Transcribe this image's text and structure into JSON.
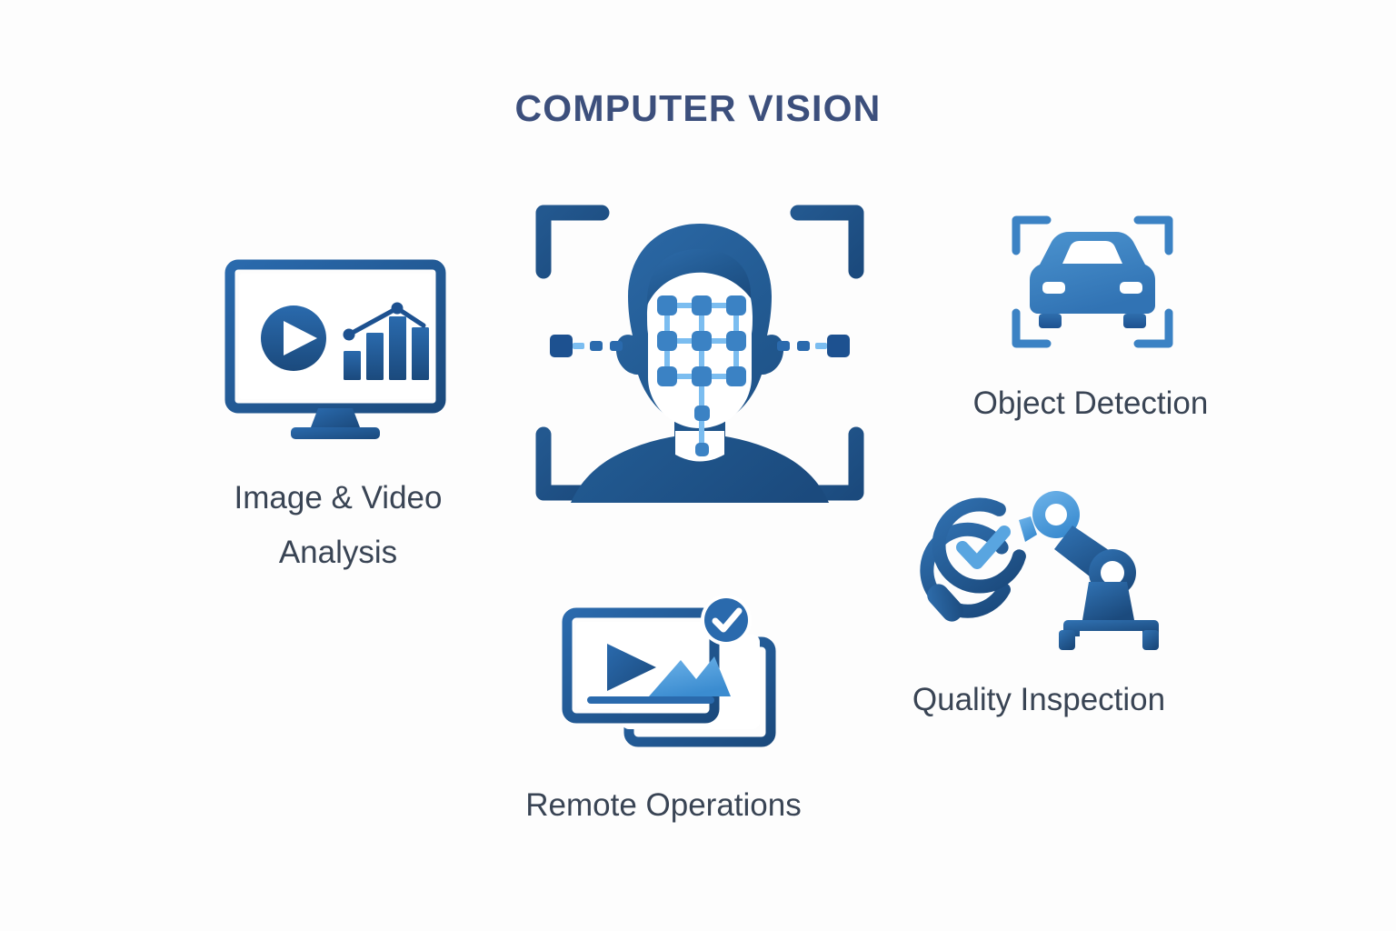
{
  "page": {
    "title": "COMPUTER VISION",
    "background_color": "#fdfdfd",
    "title_color": "#3c4f7c",
    "label_color": "#394454"
  },
  "palette": {
    "navy_dark": "#1b4a7d",
    "navy": "#1d5190",
    "blue_mid": "#2a6aad",
    "blue": "#3b82c4",
    "blue_light": "#59a5e0",
    "blue_lighter": "#7bbdf0",
    "white": "#ffffff"
  },
  "items": [
    {
      "id": "image-video-analysis",
      "label": "Image & Video\nAnalysis",
      "icon_name": "monitor-analytics-icon",
      "icon_parts": [
        "monitor-frame",
        "play-button",
        "bar-chart",
        "trend-line",
        "monitor-stand"
      ],
      "accent": "#1d5190"
    },
    {
      "id": "face-scan",
      "label": "",
      "icon_name": "face-recognition-icon",
      "icon_parts": [
        "corner-brackets",
        "person-silhouette",
        "face-mesh-grid",
        "scan-dash-left",
        "scan-dash-right"
      ],
      "accent": "#1b4a7d"
    },
    {
      "id": "object-detection",
      "label": "Object Detection",
      "icon_name": "car-detection-icon",
      "icon_parts": [
        "corner-brackets",
        "car-front",
        "headlights",
        "wheels"
      ],
      "accent": "#3b82c4"
    },
    {
      "id": "remote-operations",
      "label": "Remote Operations",
      "icon_name": "video-stack-check-icon",
      "icon_parts": [
        "back-frame",
        "front-frame",
        "play-triangle",
        "image-mountains",
        "progress-bar",
        "check-badge"
      ],
      "accent": "#1d5190"
    },
    {
      "id": "quality-inspection",
      "label": "Quality Inspection",
      "icon_name": "magnifier-robot-arm-icon",
      "icon_parts": [
        "magnifier-ring",
        "magnifier-check",
        "magnifier-handle",
        "robot-joint-ring",
        "robot-arm",
        "robot-elbow",
        "robot-base"
      ],
      "accent": "#2a6aad"
    }
  ],
  "chart_data": {
    "type": "bar",
    "title": "",
    "categories": [
      "1",
      "2",
      "3",
      "4"
    ],
    "values": [
      38,
      62,
      92,
      72
    ],
    "trend_points": [
      12,
      95,
      58
    ],
    "xlabel": "",
    "ylabel": "",
    "ylim": [
      0,
      100
    ],
    "grid": false,
    "legend": "none"
  }
}
